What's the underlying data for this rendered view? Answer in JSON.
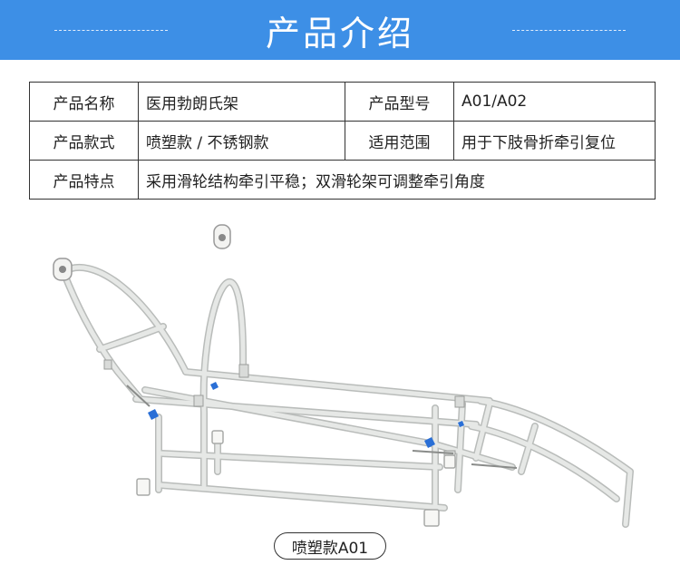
{
  "header": {
    "title": "产品介绍"
  },
  "spec_table": {
    "rows": [
      [
        {
          "label": "产品名称",
          "value": "医用勃朗氏架"
        },
        {
          "label": "产品型号",
          "value": "A01/A02"
        }
      ],
      [
        {
          "label": "产品款式",
          "value": "喷塑款 / 不锈钢款"
        },
        {
          "label": "适用范围",
          "value": "用于下肢骨折牵引复位"
        }
      ],
      [
        {
          "label": "产品特点",
          "value": "采用滑轮结构牵引平稳；双滑轮架可调整牵引角度"
        }
      ]
    ]
  },
  "product_image": {
    "depicts": "frame-with-pulleys",
    "accent_color": "#3d8fe6",
    "frame_color": "#e4e6e4"
  },
  "caption": {
    "text": "喷塑款A01"
  }
}
